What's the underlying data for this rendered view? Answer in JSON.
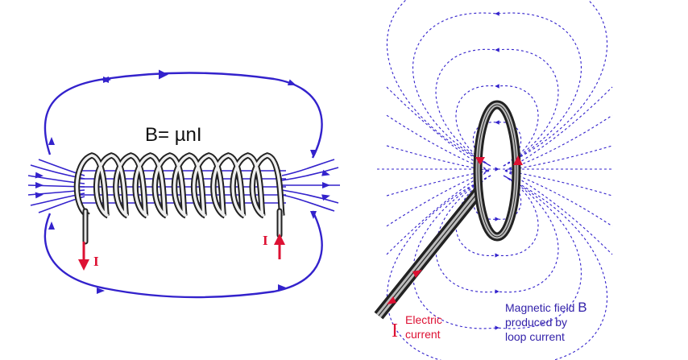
{
  "solenoid": {
    "formula": "B= µnI",
    "current_left": "I",
    "current_right": "I"
  },
  "loop": {
    "current_symbol": "I",
    "current_label_line1": "Electric",
    "current_label_line2": "current",
    "field_label_line1_prefix": "Magnetic field ",
    "field_label_symbol": "B",
    "field_label_line2": "produced by",
    "field_label_line3": "loop current"
  },
  "colors": {
    "field_line": "#3322cc",
    "current": "#dd1133",
    "wire_dark": "#222222",
    "wire_light": "#e8e8e8"
  }
}
